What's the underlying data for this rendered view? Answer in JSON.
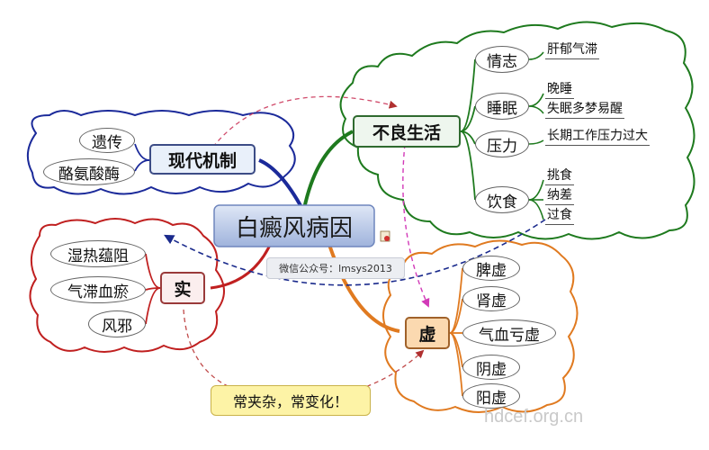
{
  "central": {
    "title": "白癜风病因",
    "caption": "微信公众号：lmsys2013"
  },
  "branches": {
    "modern": {
      "label": "现代机制",
      "children": [
        "遗传",
        "酪氨酸酶"
      ]
    },
    "lifestyle": {
      "label": "不良生活",
      "children": [
        {
          "label": "情志",
          "details": [
            "肝郁气滞"
          ]
        },
        {
          "label": "睡眠",
          "details": [
            "晚睡",
            "失眠多梦易醒"
          ]
        },
        {
          "label": "压力",
          "details": [
            "长期工作压力过大"
          ]
        },
        {
          "label": "饮食",
          "details": [
            "挑食",
            "纳差",
            "过食"
          ]
        }
      ]
    },
    "excess": {
      "label": "实",
      "children": [
        "湿热蕴阻",
        "气滞血瘀",
        "风邪"
      ]
    },
    "deficiency": {
      "label": "虚",
      "children": [
        "脾虚",
        "肾虚",
        "气血亏虚",
        "阴虚",
        "阳虚"
      ]
    }
  },
  "note": {
    "text": "常夹杂，常变化！"
  },
  "watermark": "hdcef.org.cn",
  "colors": {
    "modern": "#1b2a9a",
    "lifestyle": "#1e7a1e",
    "excess": "#c02020",
    "deficiency": "#e07a20",
    "central_fill": "#9fb3dc",
    "note_fill": "#fdf3a6"
  }
}
